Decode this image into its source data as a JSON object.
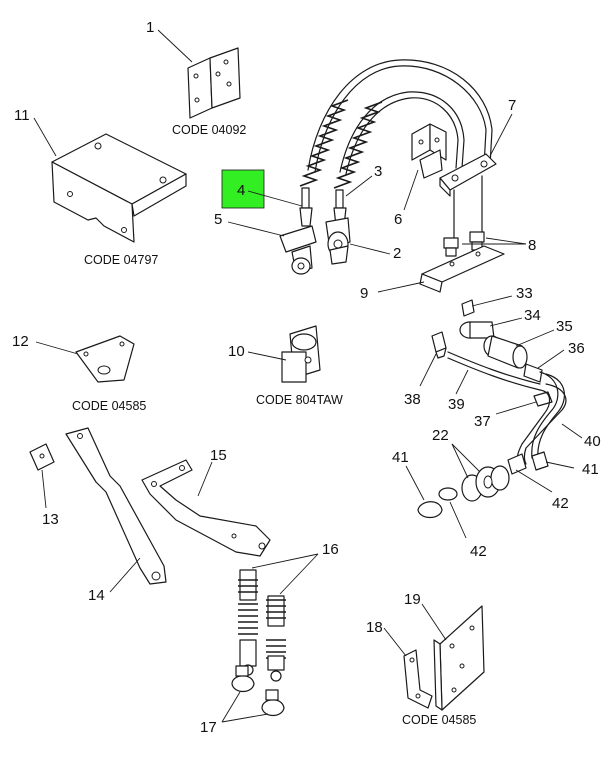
{
  "highlight_color": "#33ee22",
  "callouts": {
    "c1": "1",
    "c2": "2",
    "c3": "3",
    "c4": "4",
    "c5": "5",
    "c6": "6",
    "c7": "7",
    "c8": "8",
    "c9": "9",
    "c10": "10",
    "c11": "11",
    "c12": "12",
    "c13": "13",
    "c14": "14",
    "c15": "15",
    "c16": "16",
    "c17": "17",
    "c18": "18",
    "c19": "19",
    "c22": "22",
    "c33": "33",
    "c34": "34",
    "c35": "35",
    "c36": "36",
    "c37": "37",
    "c38": "38",
    "c39": "39",
    "c40": "40",
    "c41a": "41",
    "c41b": "41",
    "c42a": "42",
    "c42b": "42"
  },
  "codes": {
    "code_1": "CODE 04092",
    "code_11": "CODE 04797",
    "code_12": "CODE 04585",
    "code_10": "CODE 804TAW",
    "code_19": "CODE 04585"
  }
}
